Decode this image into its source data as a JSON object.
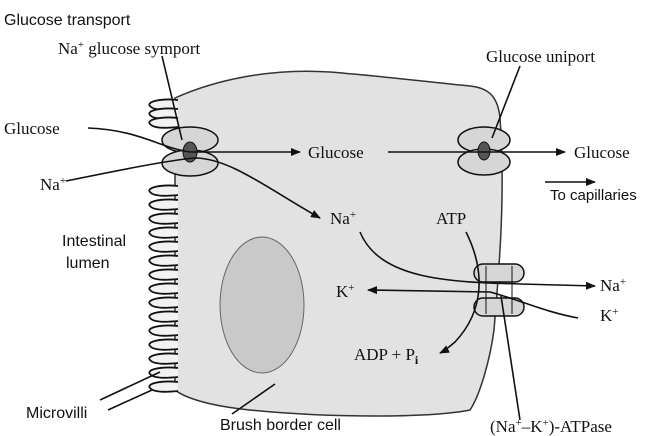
{
  "diagram": {
    "title": "Glucose transport",
    "labels": {
      "symport_prefix": "Na",
      "symport_sup": "+",
      "symport_suffix": " glucose symport",
      "uniport": "Glucose uniport",
      "glucose_in": "Glucose",
      "na_in": "Na",
      "na_in_sup": "+",
      "glucose_mid": "Glucose",
      "glucose_out": "Glucose",
      "to_capillaries": "To capillaries",
      "na_mid": "Na",
      "na_mid_sup": "+",
      "atp": "ATP",
      "intestinal": "Intestinal",
      "lumen": "lumen",
      "k_left": "K",
      "k_left_sup": "+",
      "na_right": "Na",
      "na_right_sup": "+",
      "k_right": "K",
      "k_right_sup": "+",
      "adp": "ADP + P",
      "adp_sub": "i",
      "microvilli": "Microvilli",
      "brush_border": "Brush border cell",
      "atpase_open": "(Na",
      "atpase_sup1": "+",
      "atpase_mid": "–K",
      "atpase_sup2": "+",
      "atpase_close": ")-ATPase"
    },
    "colors": {
      "ink": "#111111",
      "cell_fill": "#e2e2e2",
      "nucleus_fill": "#c9c9c9",
      "transporter_fill": "#d6d6d6"
    }
  }
}
